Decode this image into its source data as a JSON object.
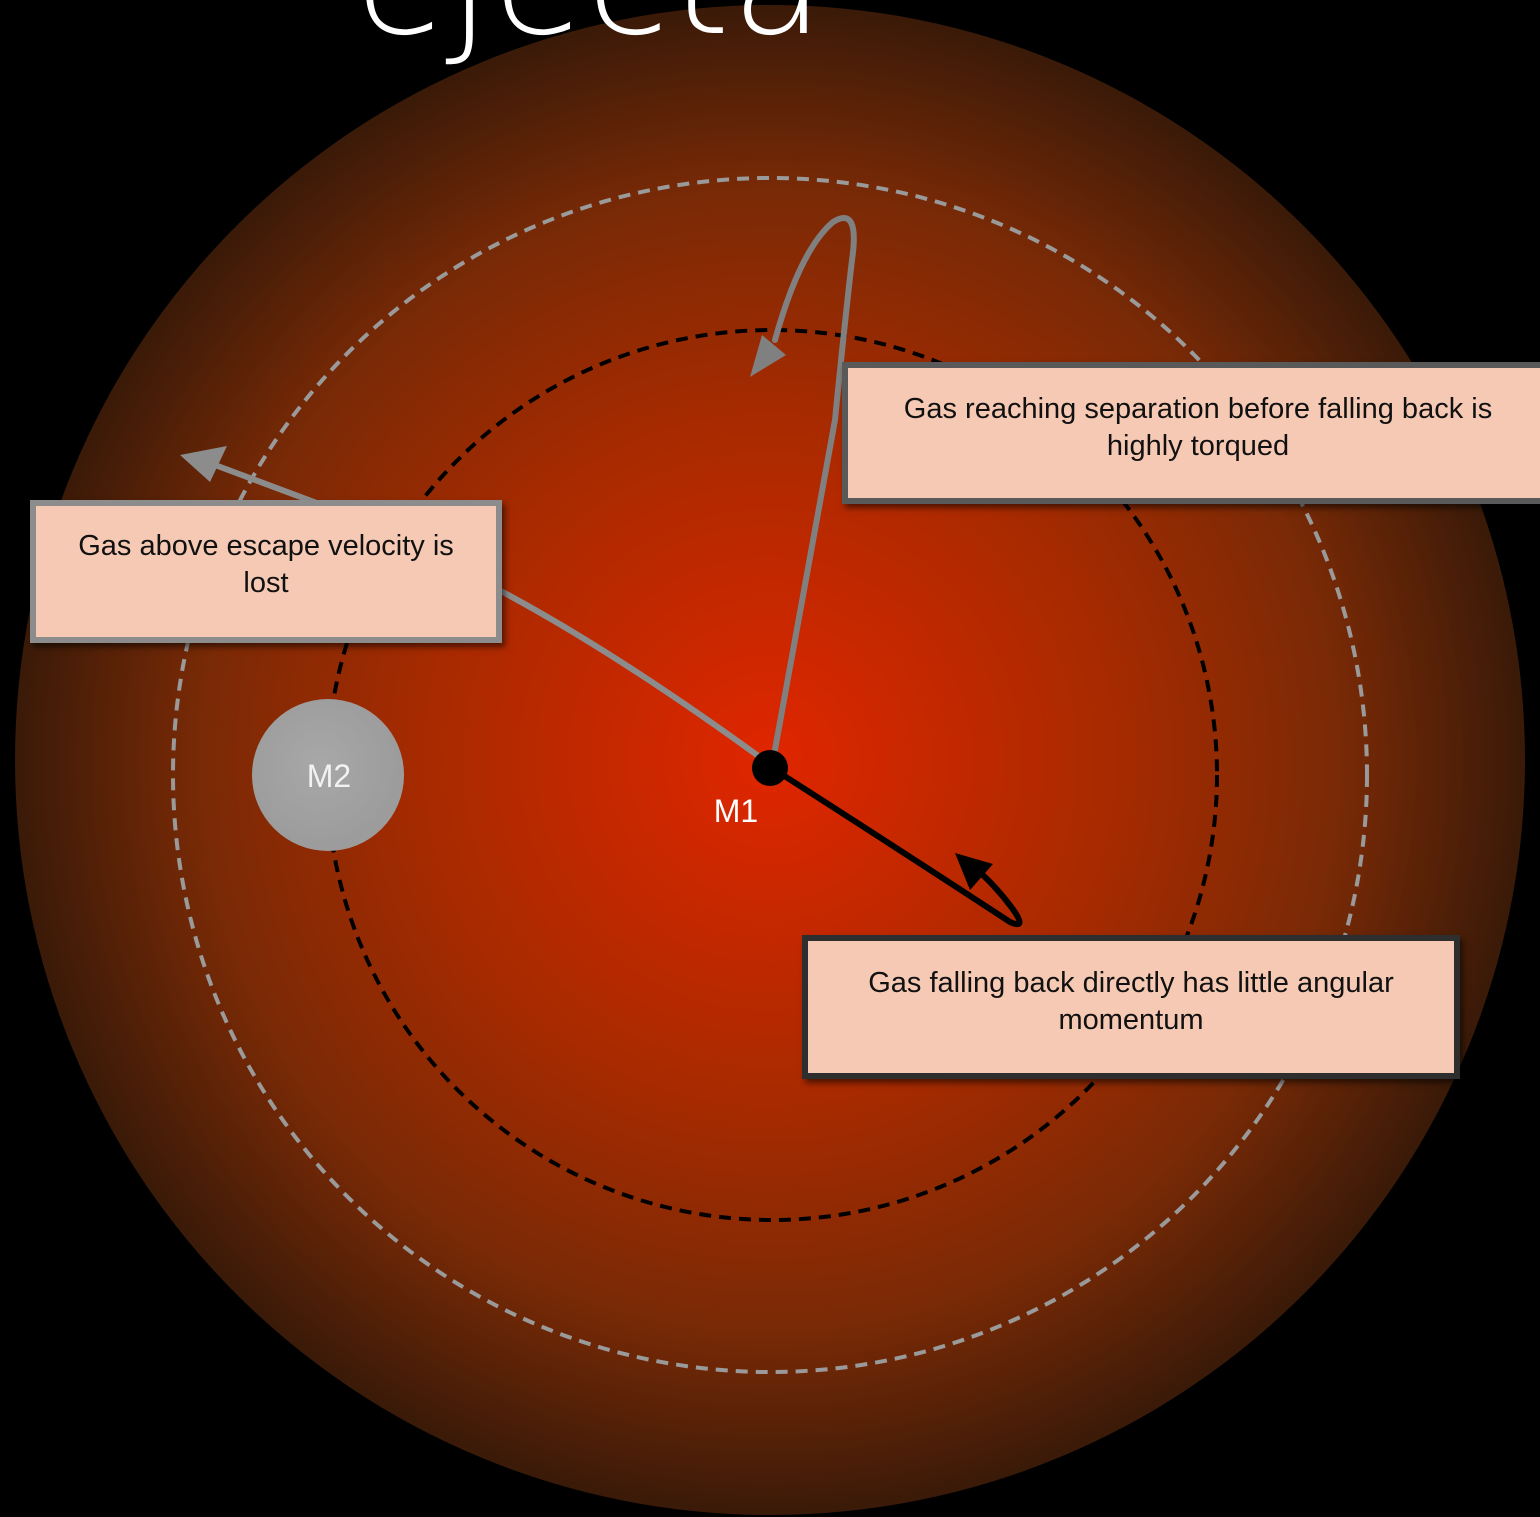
{
  "title": "ejecta",
  "labels": {
    "m1": "M1",
    "m2": "M2"
  },
  "callouts": {
    "escape": "Gas above escape velocity is lost",
    "torqued": "Gas reaching separation before falling back is highly torqued",
    "fallback": "Gas falling back directly has little angular momentum"
  },
  "colors": {
    "background": "#000000",
    "envelope_center": "#e02600",
    "envelope_edge": "#3a1a08",
    "callout_fill": "#f5c9b3",
    "escape_path": "#8c8c8c",
    "torqued_path": "#808080",
    "fallback_path": "#000000",
    "outer_orbit": "#9a9a9a",
    "inner_orbit": "#000000",
    "m2_fill": "#a3a3a3"
  },
  "icons": {
    "escape_arrow": "arrow-up-left",
    "torqued_arrow": "arrow-down-left",
    "fallback_arrow": "arrow-up-left"
  }
}
